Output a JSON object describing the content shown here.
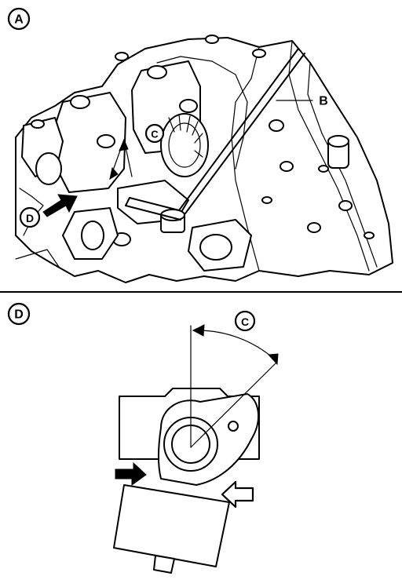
{
  "labels": {
    "view_a": "A",
    "view_d": "D",
    "view_d_marker": "D",
    "angle_c_top": "C",
    "angle_c_bottom": "C",
    "feeler_b": "B"
  }
}
